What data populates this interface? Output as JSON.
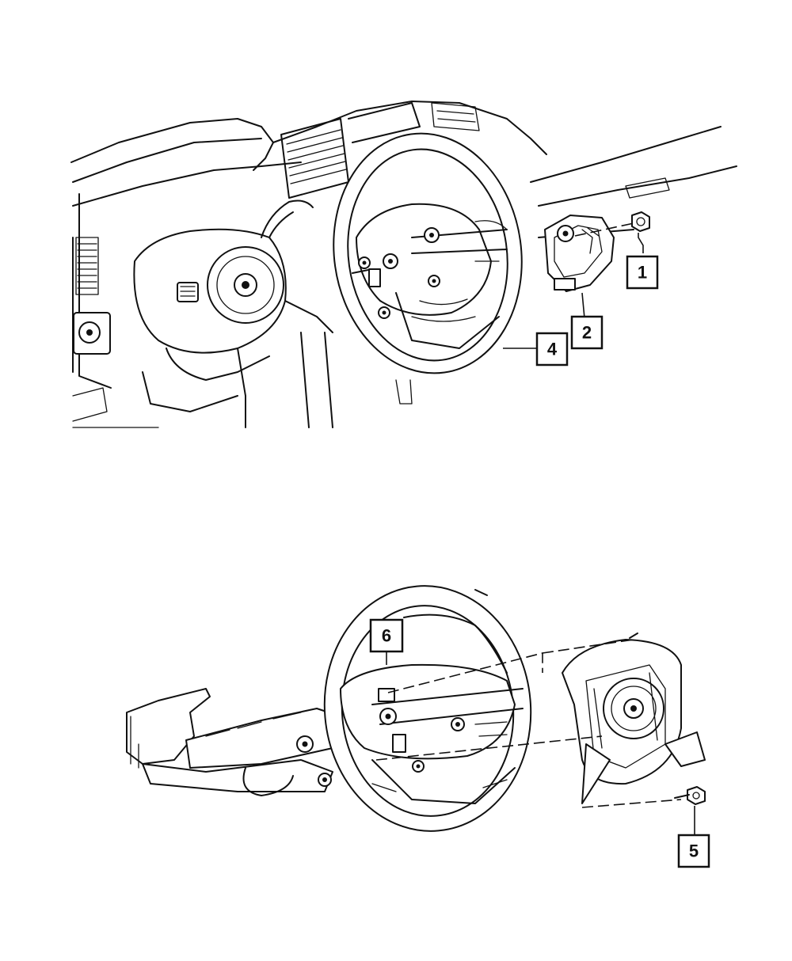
{
  "callouts": [
    {
      "id": "1",
      "label": "1"
    },
    {
      "id": "2",
      "label": "2"
    },
    {
      "id": "4",
      "label": "4"
    },
    {
      "id": "5",
      "label": "5"
    },
    {
      "id": "6",
      "label": "6"
    }
  ],
  "colors": {
    "ink": "#111111",
    "background": "#ffffff"
  }
}
